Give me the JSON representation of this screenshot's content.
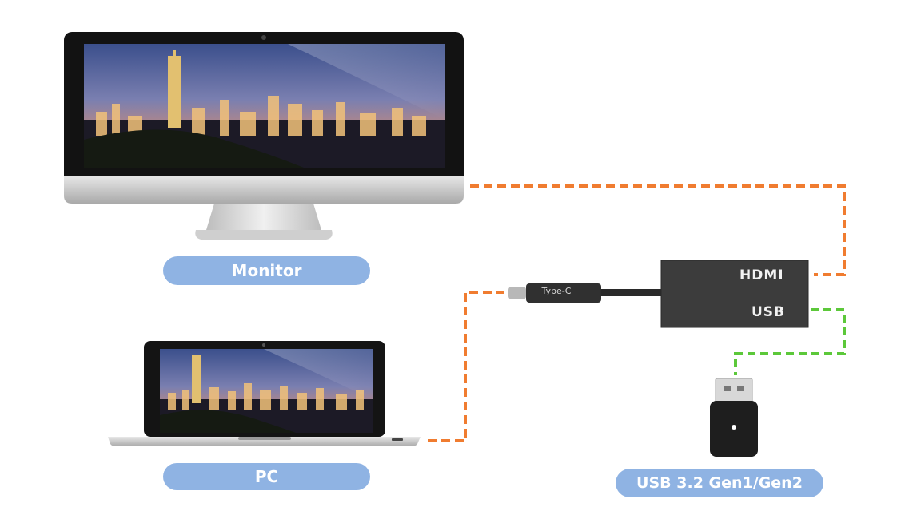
{
  "labels": {
    "monitor": "Monitor",
    "pc": "PC",
    "usb_device": "USB 3.2 Gen1/Gen2"
  },
  "adapter": {
    "hdmi_port": "HDMI",
    "usb_port": "USB",
    "connector": "Type-C"
  },
  "colors": {
    "pill": "#8fb3e3",
    "hdmi_line": "#f07c30",
    "usb_line": "#5cc83a",
    "adapter_body": "#3a3a3a"
  }
}
